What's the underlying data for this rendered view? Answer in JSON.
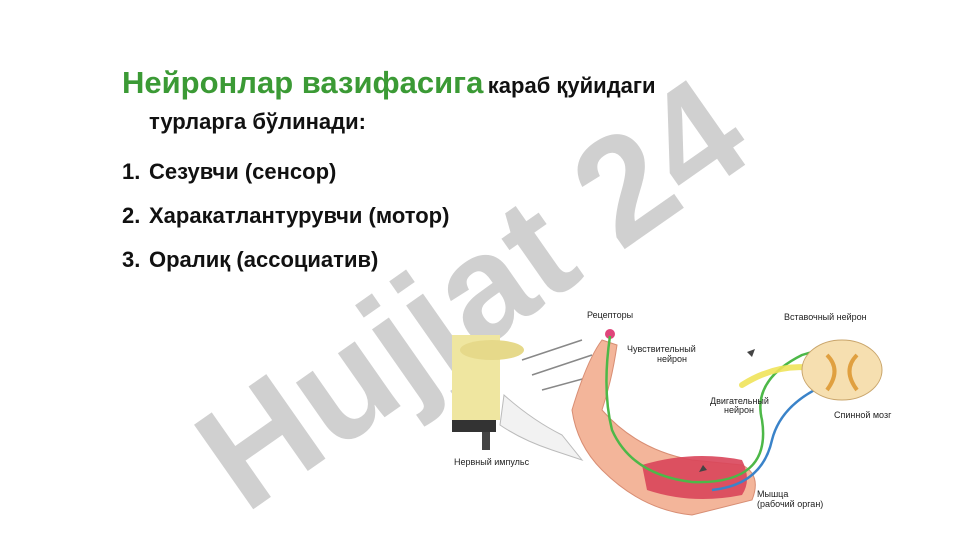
{
  "watermark": {
    "text": "Hujjat 24"
  },
  "title": {
    "green_part": "Нейронлар вазифасига",
    "black_part": "караб қуйидаги",
    "line2": "турларга бўлинади:"
  },
  "list": [
    {
      "num": "1.",
      "text": "Сезувчи (сенсор)"
    },
    {
      "num": "2.",
      "text": "Харакатлантурувчи (мотор)"
    },
    {
      "num": "3.",
      "text": "Оралиқ (ассоциатив)"
    }
  ],
  "diagram": {
    "receptors": "Рецепторы",
    "sensory_1": "Чувствительный",
    "sensory_2": "нейрон",
    "interneuron": "Вставочный нейрон",
    "motor_1": "Двигательный",
    "motor_2": "нейрон",
    "spinal_cord": "Спинной мозг",
    "impulse": "Нервный импульс",
    "muscle_1": "Мышца",
    "muscle_2": "(рабочий орган)"
  },
  "colors": {
    "title_green": "#3b9a35",
    "watermark_gray": "#c8c8c8",
    "watermark_lilac": "#d9cff0"
  }
}
